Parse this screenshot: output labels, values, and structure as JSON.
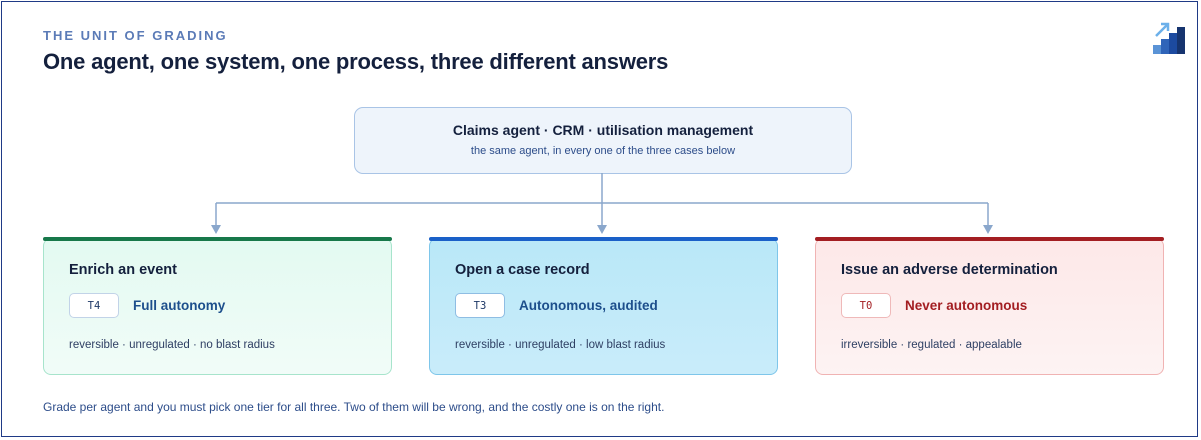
{
  "header": {
    "eyebrow": "THE UNIT OF GRADING",
    "title": "One agent, one system, one process, three different answers"
  },
  "root": {
    "title": "Claims agent · CRM · utilisation management",
    "subtitle": "the same agent, in every one of the three cases below"
  },
  "cards": [
    {
      "title": "Enrich an event",
      "tier_code": "T4",
      "tier_label": "Full autonomy",
      "meta": "reversible · unregulated · no blast radius",
      "accent": "#17784a"
    },
    {
      "title": "Open a case record",
      "tier_code": "T3",
      "tier_label": "Autonomous, audited",
      "meta": "reversible · unregulated · low blast radius",
      "accent": "#1a60c8"
    },
    {
      "title": "Issue an adverse determination",
      "tier_code": "T0",
      "tier_label": "Never autonomous",
      "meta": "irreversible · regulated · appealable",
      "accent": "#a31e22"
    }
  ],
  "footer": "Grade per agent and you must pick one tier for all three. Two of them will be wrong, and the costly one is on the right.",
  "icons": {
    "logo": "rising-bars-arrow-icon"
  },
  "colors": {
    "frame": "#1f3a86",
    "connector": "#8aa7cc"
  }
}
